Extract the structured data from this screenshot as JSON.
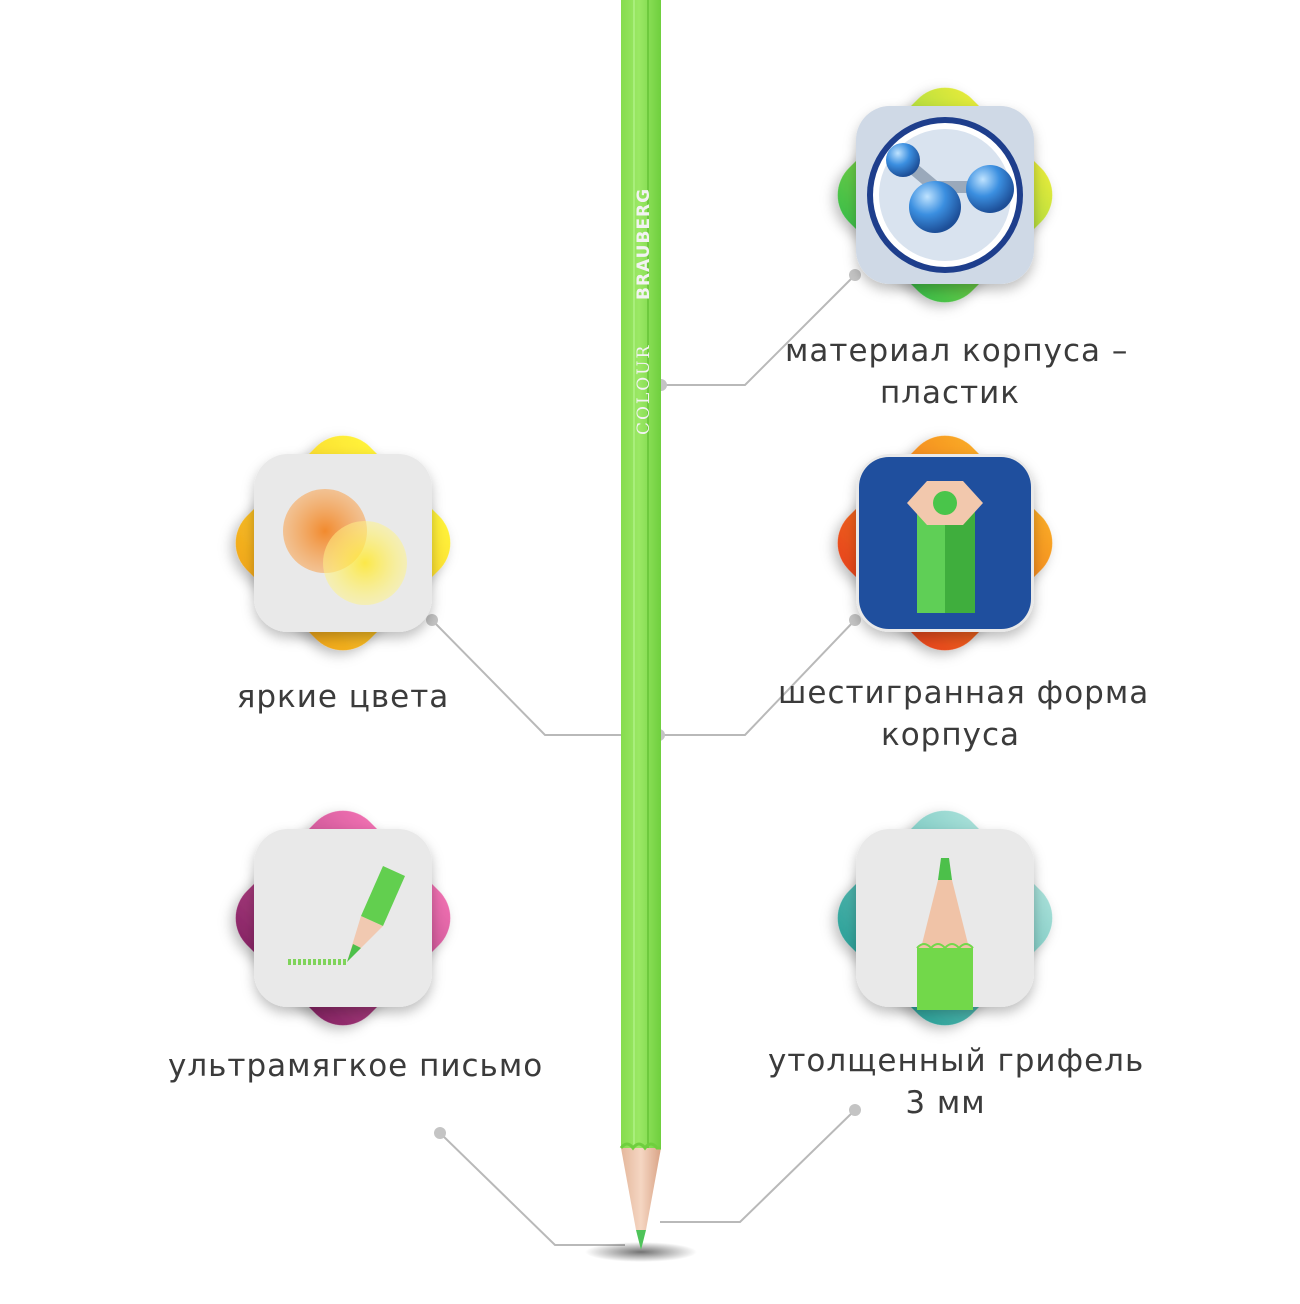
{
  "pencil": {
    "brand": "BRAUBERG",
    "line": "COLOUR",
    "color": "#7ed957"
  },
  "features": [
    {
      "lines": [
        "материал корпуса –",
        "пластик"
      ],
      "icon": "molecule-icon",
      "color": "#8fd13f"
    },
    {
      "lines": [
        "яркие цвета"
      ],
      "icon": "color-blend-icon",
      "color": "#f7c600"
    },
    {
      "lines": [
        "шестигранная форма",
        "корпуса"
      ],
      "icon": "hexagonal-pencil-icon",
      "color": "#f07e1e"
    },
    {
      "lines": [
        "ультрамягкое письмо"
      ],
      "icon": "pencil-drawing-icon",
      "color": "#b8328e"
    },
    {
      "lines": [
        "утолщенный грифель",
        "3 мм"
      ],
      "icon": "pencil-tip-icon",
      "color": "#5cc4bb"
    }
  ]
}
